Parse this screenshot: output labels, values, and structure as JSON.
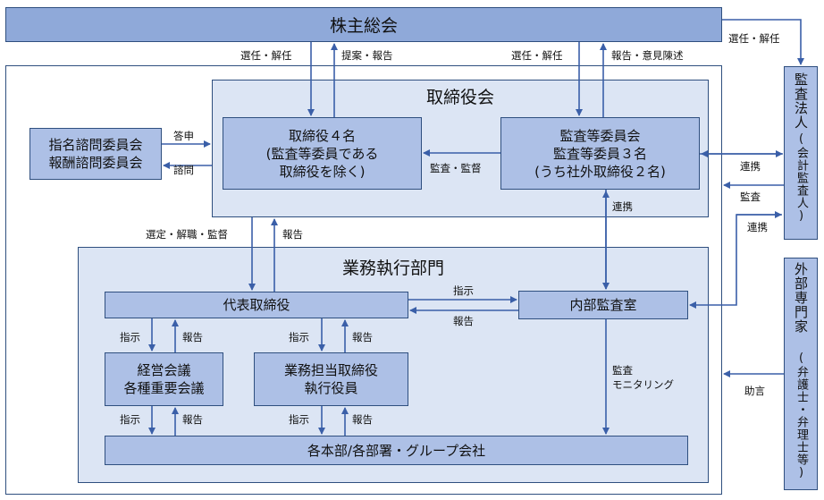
{
  "nodes": {
    "shareholders": "株主総会",
    "board": "取締役会",
    "nomination": "指名諮問委員会\n報酬諮問委員会",
    "directors": "取締役４名\n(監査等委員である\n取締役を除く)",
    "audit_committee": "監査等委員会\n監査等委員３名\n(うち社外取締役２名)",
    "auditor": "監査法人",
    "auditor_sub": "(会計監査人)",
    "execution": "業務執行部門",
    "president": "代表取締役",
    "internal_audit": "内部監査室",
    "management_meeting": "経営会議\n各種重要会議",
    "exec_directors": "業務担当取締役\n執行役員",
    "divisions": "各本部/各部署・グループ会社",
    "external": "外部専門家",
    "external_sub": "(弁護士・弁理士等)"
  },
  "labels": {
    "elect1": "選任・解任",
    "propose": "提案・報告",
    "elect2": "選任・解任",
    "report_opinion": "報告・意見陳述",
    "elect3": "選任・解任",
    "reply": "答申",
    "consult": "諮問",
    "audit_supervise": "監査・監督",
    "link1": "連携",
    "audit": "監査",
    "link2": "連携",
    "link3": "連携",
    "appoint_dismiss_supervise": "選定・解職・監督",
    "report1": "報告",
    "instruct1": "指示",
    "report2": "報告",
    "instruct2": "指示",
    "report3": "報告",
    "instruct3": "指示",
    "report4": "報告",
    "instruct4": "指示",
    "report5": "報告",
    "instruct5": "指示",
    "report6": "報告",
    "audit_monitoring": "監査\nモニタリング",
    "advice": "助言"
  }
}
